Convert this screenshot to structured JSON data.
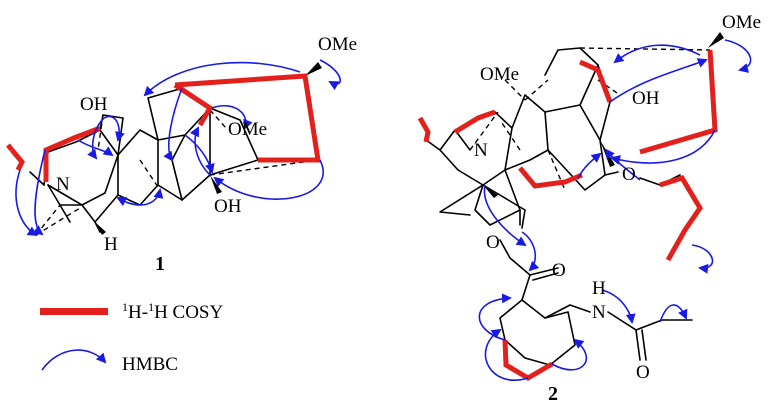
{
  "colors": {
    "cosy": "#e3201b",
    "hmbc": "#1a1ae6",
    "bond": "#000000"
  },
  "compound1": {
    "number": "1",
    "labels": {
      "ome_top": "OMe",
      "ome_mid": "OMe",
      "oh_top": "OH",
      "oh_bottom": "OH",
      "n": "N",
      "h": "H"
    }
  },
  "compound2": {
    "number": "2",
    "labels": {
      "ome_top": "OMe",
      "ome_left": "OMe",
      "oh": "OH",
      "n": "N",
      "o_ether": "O",
      "o_ester": "O",
      "o_carbonyl": "O",
      "nh_h": "H",
      "nh_n": "N",
      "amide_o": "O"
    }
  },
  "legend": {
    "cosy_sup1": "1",
    "cosy_h1": "H-",
    "cosy_sup2": "1",
    "cosy_rest": "H COSY",
    "hmbc": "HMBC"
  }
}
